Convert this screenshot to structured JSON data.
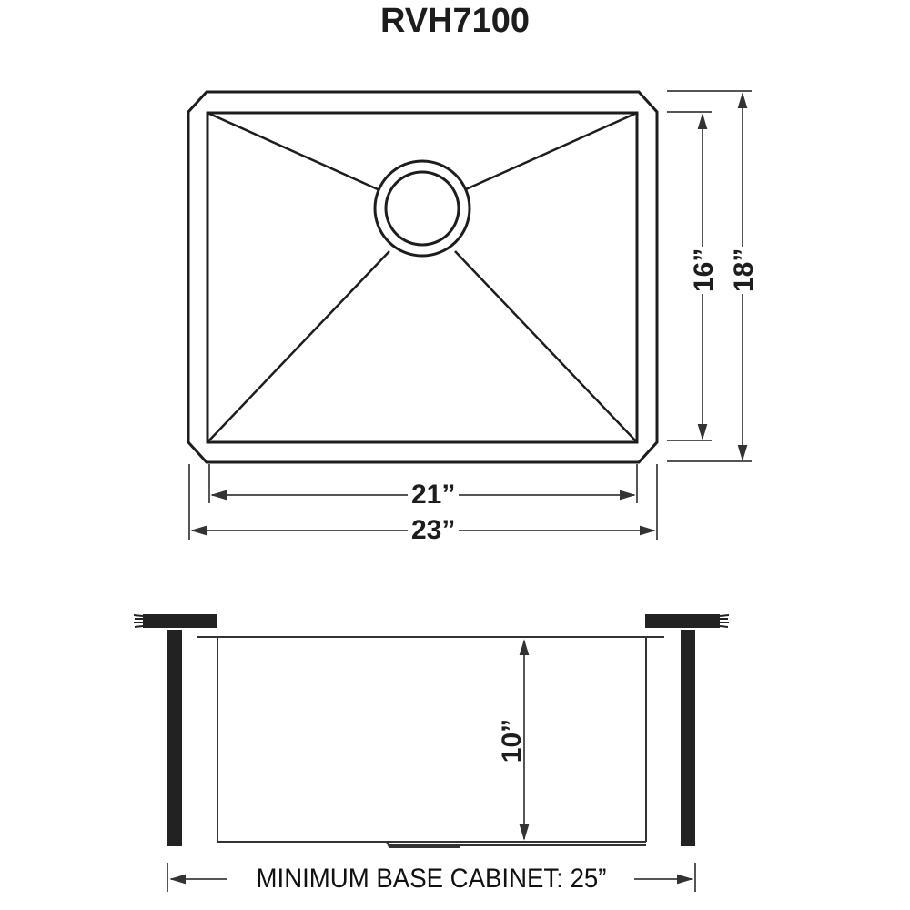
{
  "title": "RVH7100",
  "top_view": {
    "inner_width_label": "21”",
    "outer_width_label": "23”",
    "inner_depth_label": "16”",
    "outer_depth_label": "18”",
    "drain_icon": "drain-circle"
  },
  "side_view": {
    "bowl_depth_label": "10”",
    "cabinet_label": "MINIMUM BASE CABINET: 25”",
    "countertop_icon": "countertop-cross-section",
    "cabinet_wall_icon": "cabinet-wall"
  },
  "colors": {
    "line": "#1d1d1d",
    "dim_line": "#555555",
    "fill_dark": "#222222",
    "background": "#ffffff"
  }
}
